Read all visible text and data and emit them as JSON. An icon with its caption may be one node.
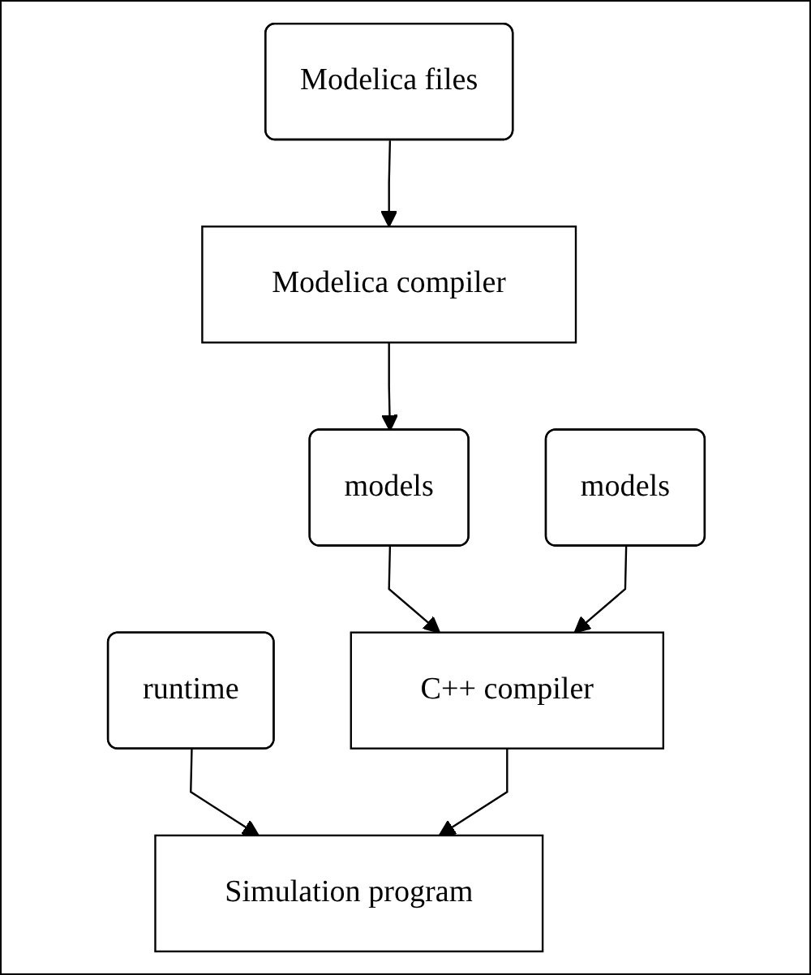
{
  "diagram": {
    "nodes": [
      {
        "text": [
          "Modelica files"
        ]
      },
      {
        "text": [
          "models"
        ]
      },
      {
        "text": [
          "Modelica compiler"
        ]
      },
      {
        "text": [
          "models"
        ]
      },
      {
        "text": [
          "runtime"
        ]
      },
      {
        "text": [
          "C++ compiler"
        ]
      },
      {
        "text": [
          "Simulation program"
        ]
      }
    ],
    "edges": [
      {
        "from": 0,
        "to": 2,
        "arrow": "to"
      },
      {
        "from": 2,
        "to": 3,
        "arrow": "to"
      },
      {
        "from": 3,
        "to": 5,
        "arrow": "to"
      },
      {
        "from": 1,
        "to": 5,
        "arrow": "to"
      },
      {
        "from": 4,
        "to": 6,
        "arrow": "to"
      },
      {
        "from": 5,
        "to": 6,
        "arrow": "to"
      }
    ]
  }
}
